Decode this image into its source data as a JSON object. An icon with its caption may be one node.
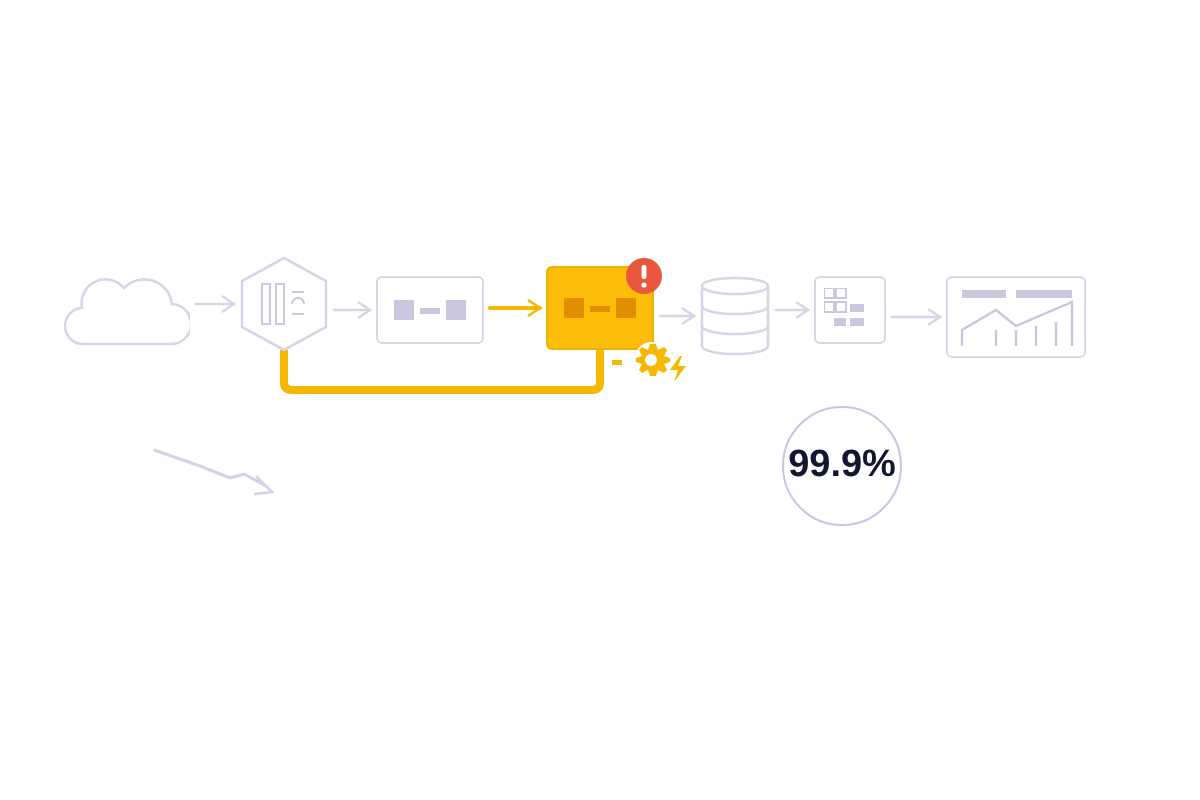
{
  "diagram": {
    "nodes": [
      {
        "text": [],
        "shape": "cloud"
      },
      {
        "text": [],
        "shape": "hexagon"
      },
      {
        "text": [],
        "shape": "box"
      },
      {
        "text": [],
        "shape": "box"
      },
      {
        "text": [],
        "shape": "cylinder"
      },
      {
        "text": [],
        "shape": "box"
      },
      {
        "text": [],
        "shape": "box"
      },
      {
        "text": [
          "99.9%"
        ]
      }
    ],
    "edges": [
      {
        "from": 0,
        "to": 1,
        "arrow": "to"
      },
      {
        "from": 1,
        "to": 2,
        "arrow": "to"
      },
      {
        "from": 2,
        "to": 3,
        "arrow": "to",
        "color": "#f5b800"
      },
      {
        "from": 3,
        "to": 4,
        "arrow": "to"
      },
      {
        "from": 4,
        "to": 5,
        "arrow": "to"
      },
      {
        "from": 5,
        "to": 6,
        "arrow": "to"
      },
      {
        "from": 1,
        "to": 3,
        "arrow": "none",
        "style": "thick",
        "color": "#f5b800"
      }
    ]
  }
}
